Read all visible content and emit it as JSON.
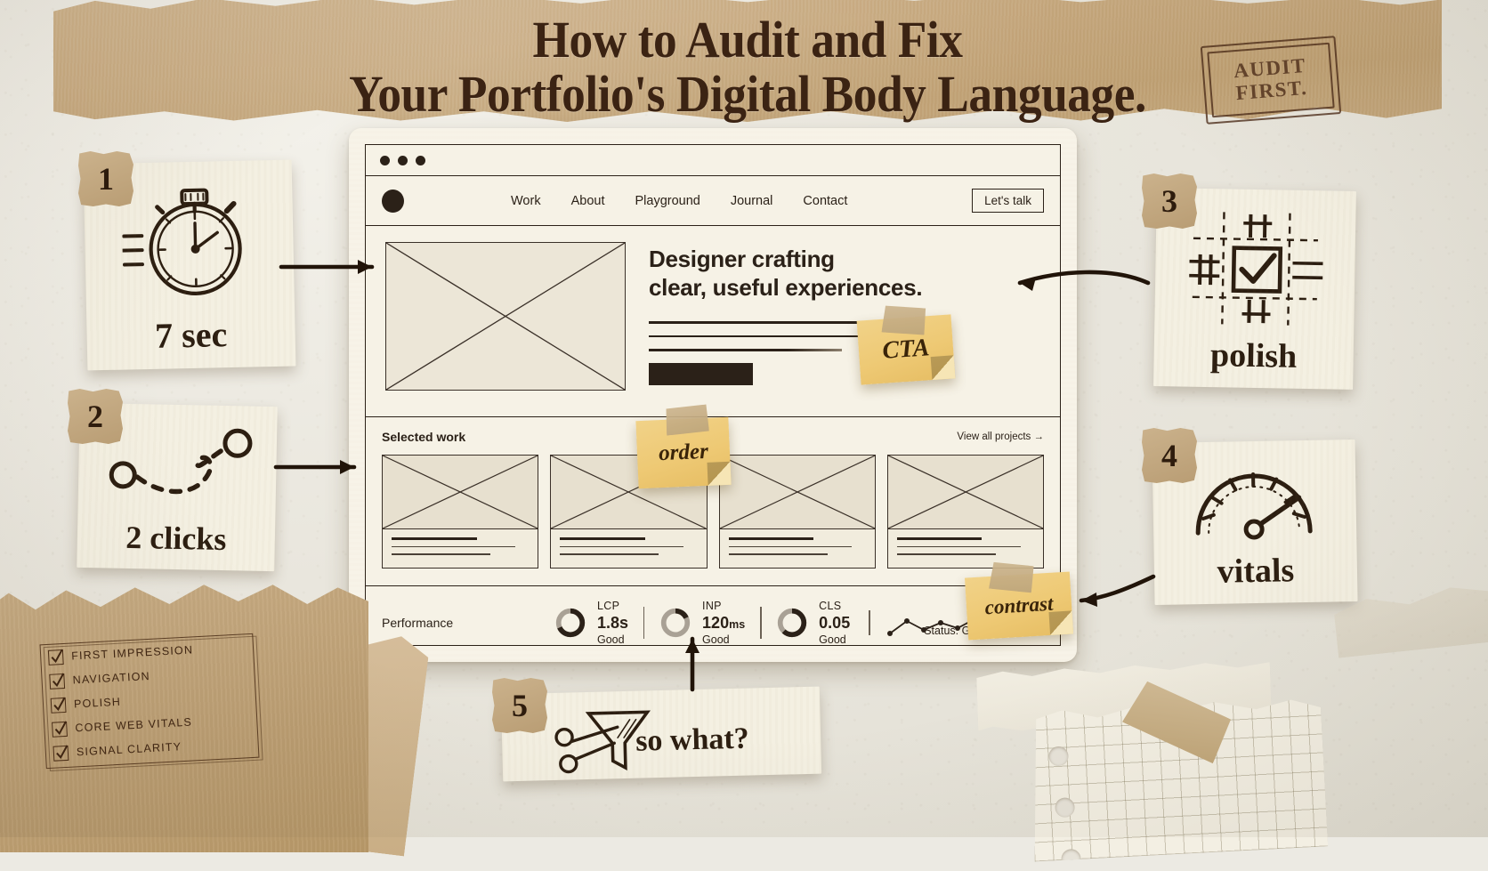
{
  "headline": {
    "line1": "How to Audit and Fix",
    "line2": "Your Portfolio's Digital Body Language."
  },
  "stamp": {
    "line1": "AUDIT",
    "line2": "FIRST."
  },
  "browser": {
    "nav": {
      "items": [
        "Work",
        "About",
        "Playground",
        "Journal",
        "Contact"
      ],
      "cta_label": "Let's talk"
    },
    "hero": {
      "heading_line1": "Designer crafting",
      "heading_line2": "clear, useful experiences."
    },
    "work": {
      "title": "Selected work",
      "view_all": "View all projects  →",
      "cards": [
        "",
        "",
        "",
        ""
      ]
    },
    "performance": {
      "label": "Performance",
      "metrics": [
        {
          "name": "LCP",
          "value": "1.8s",
          "unit": "",
          "status": "Good",
          "ring_fill": 0.68
        },
        {
          "name": "INP",
          "value": "120",
          "unit": "ms",
          "status": "Good",
          "ring_fill": 0.18
        },
        {
          "name": "CLS",
          "value": "0.05",
          "unit": "",
          "status": "Good",
          "ring_fill": 0.62
        }
      ],
      "status_text": "Status: Good",
      "sparkline": [
        6,
        26,
        40,
        18,
        34,
        22,
        38,
        56
      ]
    }
  },
  "cards": [
    {
      "number": "1",
      "caption": "7 sec",
      "icon": "stopwatch-icon"
    },
    {
      "number": "2",
      "caption": "2 clicks",
      "icon": "click-path-icon"
    },
    {
      "number": "3",
      "caption": "polish",
      "icon": "grid-checkbox-icon"
    },
    {
      "number": "4",
      "caption": "vitals",
      "icon": "gauge-icon"
    },
    {
      "number": "5",
      "caption": "so what?",
      "icon": "scissors-funnel-icon"
    }
  ],
  "sticky_notes": [
    {
      "label": "CTA"
    },
    {
      "label": "order"
    },
    {
      "label": "contrast"
    }
  ],
  "checklist": {
    "items": [
      "FIRST IMPRESSION",
      "NAVIGATION",
      "POLISH",
      "CORE WEB VITALS",
      "SIGNAL  CLARITY"
    ]
  },
  "colors": {
    "ink": "#2b2118",
    "kraft": "#c3a67c",
    "paper": "#f4f0e2",
    "sticky": "#eec974",
    "wall": "#eceae3"
  }
}
